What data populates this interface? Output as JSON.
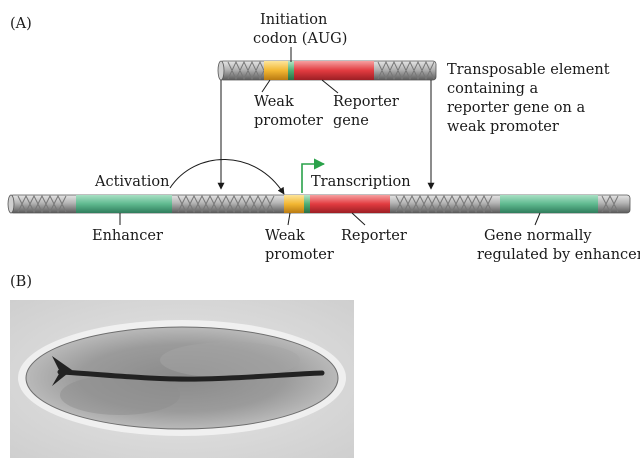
{
  "panel_a": {
    "tag": "(A)",
    "top_labels": {
      "initiation_line1": "Initiation",
      "initiation_line2": "codon (AUG)",
      "weak_promoter_line1": "Weak",
      "weak_promoter_line2": "promoter",
      "reporter_line1": "Reporter",
      "reporter_line2": "gene",
      "transposable_line1": "Transposable element",
      "transposable_line2": "containing a",
      "transposable_line3": "reporter gene on a",
      "transposable_line4": "weak promoter"
    },
    "mid_labels": {
      "activation": "Activation",
      "transcription": "Transcription"
    },
    "bottom_labels": {
      "enhancer": "Enhancer",
      "weak_promoter_line1": "Weak",
      "weak_promoter_line2": "promoter",
      "reporter": "Reporter",
      "gene_line1": "Gene normally",
      "gene_line2": "regulated by enhancer"
    },
    "colors": {
      "enhancer": "#5fb98f",
      "promoter": "#f2b632",
      "reporter": "#e23b40",
      "aug": "#4fae74",
      "transcription_arrow": "#2aa24a",
      "rod": "#8a8a8a"
    }
  },
  "panel_b": {
    "tag": "(B)"
  }
}
